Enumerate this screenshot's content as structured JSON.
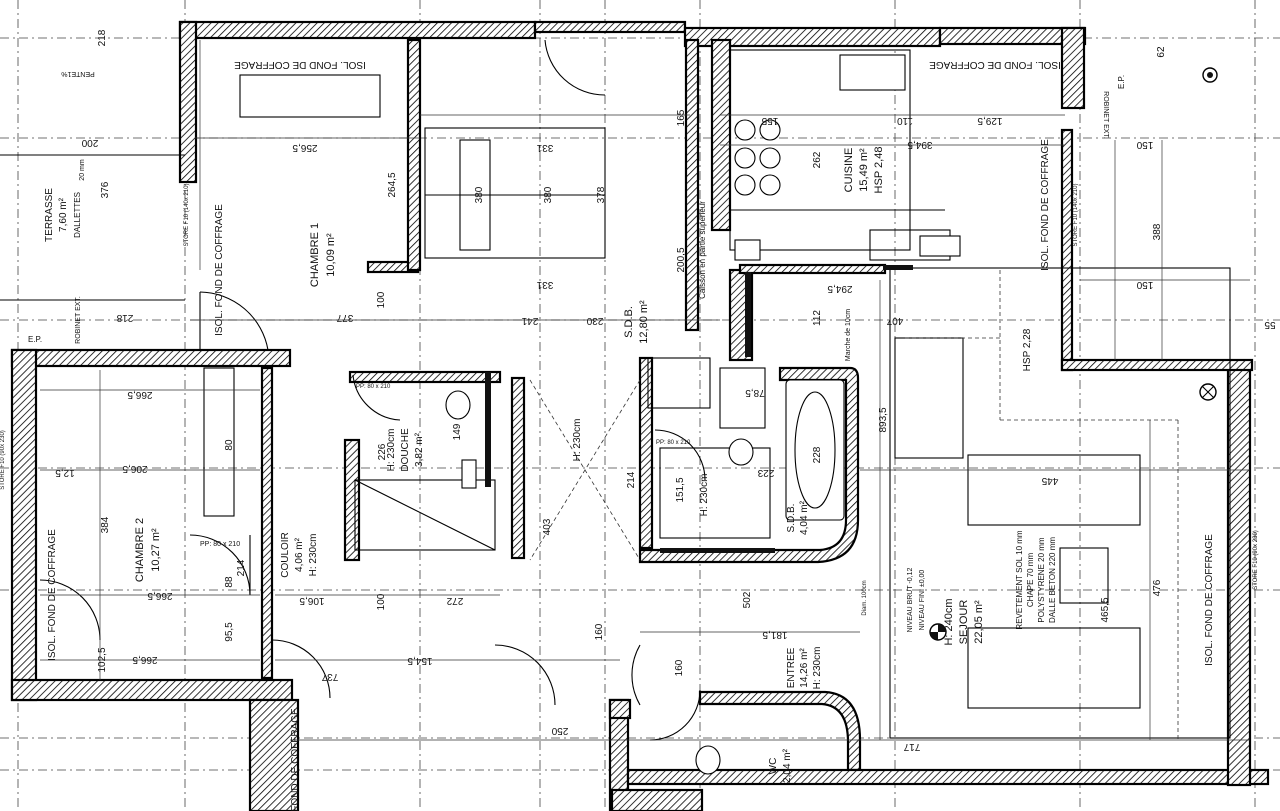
{
  "rooms": {
    "chambre1": {
      "name": "CHAMBRE 1",
      "area": "10,09 m²"
    },
    "chambre2": {
      "name": "CHAMBRE 2",
      "area": "10,27 m²"
    },
    "terrasse": {
      "name": "TERRASSE",
      "area": "7,60 m²",
      "note1": "DALLETTES",
      "note2": "20 mm"
    },
    "cuisine": {
      "name": "CUISINE",
      "area": "15,49 m²",
      "hsp": "HSP 2,48"
    },
    "sdb1": {
      "name": "S.D.B.",
      "area": "12,80 m²"
    },
    "douche": {
      "name": "DOUCHE",
      "area": "3,82 m²",
      "h": "H: 230cm"
    },
    "couloir": {
      "name": "COULOIR",
      "area": "4,06 m²",
      "h": "H: 230cm"
    },
    "sdb2": {
      "name": "S.D.B.",
      "area": "4,04 m²",
      "h": "H: 230cm"
    },
    "sejour": {
      "name": "SEJOUR",
      "area": "22,05 m²",
      "h": "H: 240cm"
    },
    "entree": {
      "name": "ENTREE",
      "area": "14,26 m²",
      "h": "H: 230cm"
    },
    "wc": {
      "name": "WC",
      "area": "2,04 m²"
    }
  },
  "labels": {
    "isol": "ISOL. FOND DE COFFRAGE",
    "isol_short": "FOND DE COFFRAGE",
    "robinet": "ROBINET EXT.",
    "pente": "PENTE1%",
    "store_a": "STORE F10 (140x 210)",
    "store_b": "STORE F10 (90x 230)",
    "hsp228": "HSP 2,28",
    "hsp_h": "H: 230cm",
    "caisson": "Caisson en partie supérieur",
    "marche": "Marche de 10cm",
    "ep": "E.P.",
    "pp": "PP: 80 x 210",
    "niveau_brut": "NIVEAU BRUT  -0,12",
    "niveau_fini": "NIVEAU FINI  ±0,00",
    "diam": "Diam. 100cm"
  },
  "revetement": {
    "r1": "REVETEMENT SOL  10 mm",
    "r2": "CHAPE  70 mm",
    "r3": "POLYSTYRENE  20 mm",
    "r4": "DALLE BETON  220 mm"
  },
  "dims": {
    "d1": "256,5",
    "d2": "264,5",
    "d3": "380",
    "d4": "380",
    "d5": "378",
    "d6": "331",
    "d7": "331",
    "d8": "377",
    "d9": "218",
    "d10": "218",
    "d11": "266,5",
    "d12": "206,5",
    "d13": "384",
    "d14": "266,5",
    "d15": "266,5",
    "d16": "200",
    "d17": "376",
    "d18": "262",
    "d19": "394,5",
    "d20": "388",
    "d21": "150",
    "d22": "150",
    "d23": "230",
    "d24": "241",
    "d25": "200,5",
    "d26": "165",
    "d27": "407",
    "d28": "893,5",
    "d29": "476",
    "d30": "465,5",
    "d31": "502",
    "d32": "403",
    "d33": "214",
    "d34": "214",
    "d35": "272",
    "d36": "100",
    "d37": "100",
    "d38": "106,5",
    "d39": "154,5",
    "d40": "181,5",
    "d41": "737",
    "d42": "717",
    "d43": "250",
    "d44": "160",
    "d45": "160",
    "d46": "151,5",
    "d47": "228",
    "d48": "223",
    "d49": "78,5",
    "d50": "129,5",
    "d51": "155",
    "d52": "110",
    "d53": "12,5",
    "d54": "294,5",
    "d55": "112",
    "d56": "62",
    "d57": "55",
    "d58": "88",
    "d59": "95,5",
    "d60": "102,5",
    "d61": "445",
    "d62": "226",
    "d63": "149",
    "d64": "80"
  }
}
